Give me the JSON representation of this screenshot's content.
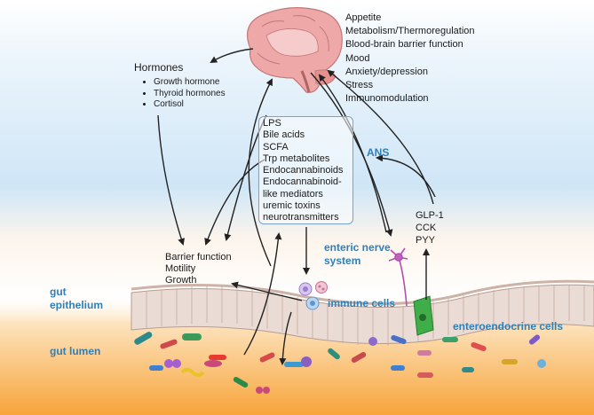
{
  "brain_functions": [
    "Appetite",
    "Metabolism/Thermoregulation",
    "Blood-brain barrier function",
    "Mood",
    "Anxiety/depression",
    "Stress",
    "Immunomodulation"
  ],
  "hormones": {
    "title": "Hormones",
    "items": [
      "Growth hormone",
      "Thyroid hormones",
      "Cortisol"
    ]
  },
  "mediators": [
    "LPS",
    "Bile acids",
    "SCFA",
    "Trp metabolites",
    "Endocannabinoids",
    "Endocannabinoid-",
    "like mediators",
    "uremic toxins",
    "neurotransmitters"
  ],
  "barrier_effects": [
    "Barrier function",
    "Motility",
    "Growth"
  ],
  "gut_hormones": [
    "GLP-1",
    "CCK",
    "PYY"
  ],
  "labels": {
    "ans": "ANS",
    "enteric_line1": "enteric nerve",
    "enteric_line2": "system",
    "immune": "immune cells",
    "epithelium_line1": "gut",
    "epithelium_line2": "epithelium",
    "enteroendocrine": "enteroendocrine cells",
    "lumen": "gut lumen"
  },
  "colors": {
    "label_blue": "#2f7fb8",
    "sky": "#cfe6f7",
    "lumen": "#f9b14a",
    "brain": "#e8a4a4",
    "epithelium": "#e9d6cf"
  }
}
